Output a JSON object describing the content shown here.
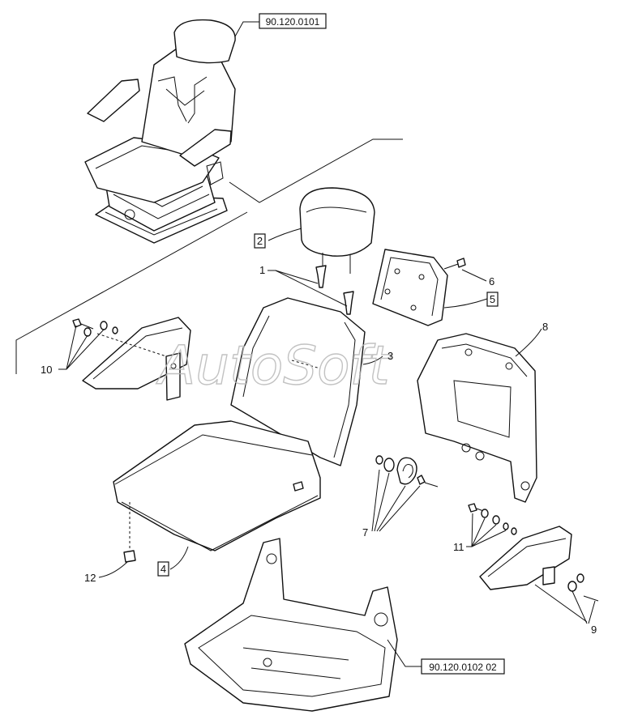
{
  "references": {
    "seat_assembly": "90.120.0101",
    "seat_frame": "90.120.0102 02"
  },
  "callouts": [
    "1",
    "2",
    "3",
    "4",
    "5",
    "6",
    "7",
    "8",
    "9",
    "10",
    "11",
    "12"
  ],
  "boxed_callouts": [
    "2",
    "4",
    "5"
  ],
  "watermark": "AutoSoft"
}
